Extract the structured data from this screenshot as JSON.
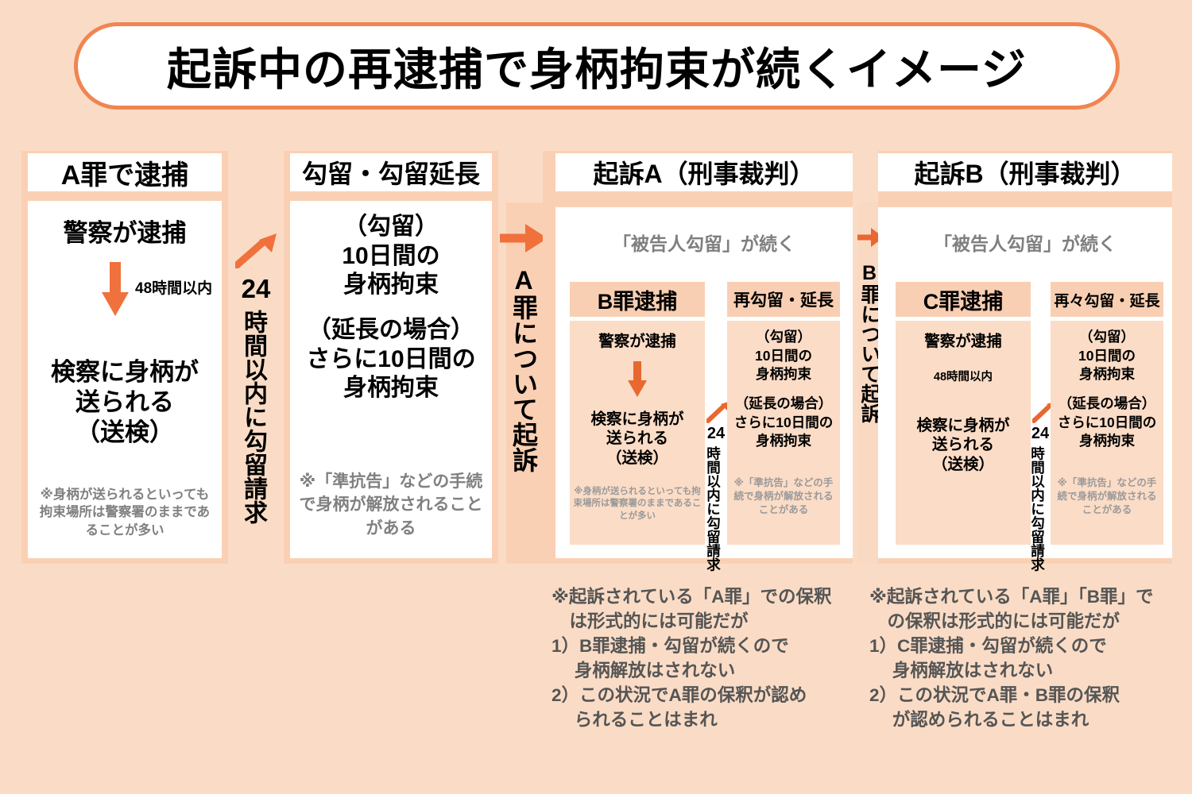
{
  "title": "起訴中の再逮捕で身柄拘束が続くイメージ",
  "colors": {
    "background": "#fadcc6",
    "accent": "#f0713c",
    "banner_border": "#f08551",
    "panel": "#ffffff",
    "subbox": "#fbdcc6",
    "subhead": "#f9cfb3",
    "grey_text": "#7f7f7f"
  },
  "columns": [
    {
      "header": "A罪で逮捕",
      "line1": "警察が逮捕",
      "arrow_label": "48時間以内",
      "line2": "検察に身柄が\n送られる\n（送検）",
      "footnote": "※身柄が送られるといっても拘束場所は警察署のままであることが多い"
    },
    {
      "header": "勾留・勾留延長",
      "block1": "（勾留）\n10日間の\n身柄拘束",
      "block2": "（延長の場合）\nさらに10日間の\n身柄拘束",
      "footnote": "※「準抗告」などの手続で身柄が解放されることがある"
    },
    {
      "header": "起訴A（刑事裁判）",
      "subtitle": "「被告人勾留」が続く",
      "left_box": {
        "header": "B罪逮捕",
        "line1": "警察が逮捕",
        "arrow_label": "",
        "line2": "検察に身柄が\n送られる\n（送検）",
        "footnote": "※身柄が送られるといっても拘束場所は警察署のままであることが多い"
      },
      "right_box": {
        "header": "再勾留・延長",
        "block1": "（勾留）\n10日間の\n身柄拘束",
        "block2": "（延長の場合）\nさらに10日間の\n身柄拘束",
        "footnote": "※「準抗告」などの手続で身柄が解放されることがある"
      },
      "footnote": "※起訴されている「A罪」での保釈\n　は形式的には可能だが\n1）B罪逮捕・勾留が続くので\n　 身柄解放はされない\n2）この状況でA罪の保釈が認め\n　 られることはまれ"
    },
    {
      "header": "起訴B（刑事裁判）",
      "subtitle": "「被告人勾留」が続く",
      "left_box": {
        "header": "C罪逮捕",
        "line1": "警察が逮捕",
        "arrow_label": "48時間以内",
        "line2": "検察に身柄が\n送られる\n（送検）",
        "footnote": ""
      },
      "right_box": {
        "header": "再々勾留・延長",
        "block1": "（勾留）\n10日間の\n身柄拘束",
        "block2": "（延長の場合）\nさらに10日間の\n身柄拘束",
        "footnote": "※「準抗告」などの手続で身柄が解放されることがある"
      },
      "footnote": "※起訴されている「A罪」「B罪」で\n　の保釈は形式的には可能だが\n1）C罪逮捕・勾留が続くので\n　 身柄解放はされない\n2）この状況でA罪・B罪の保釈\n　 が認められることはまれ"
    }
  ],
  "connectors": [
    {
      "num": "24",
      "label": "時間以内に勾留請求"
    },
    {
      "num": "",
      "label": "A罪について起訴"
    },
    {
      "num": "24",
      "label": "時間以内に勾留請求"
    },
    {
      "num": "",
      "label": "B罪について起訴"
    },
    {
      "num": "24",
      "label": "時間以内に勾留請求"
    }
  ]
}
